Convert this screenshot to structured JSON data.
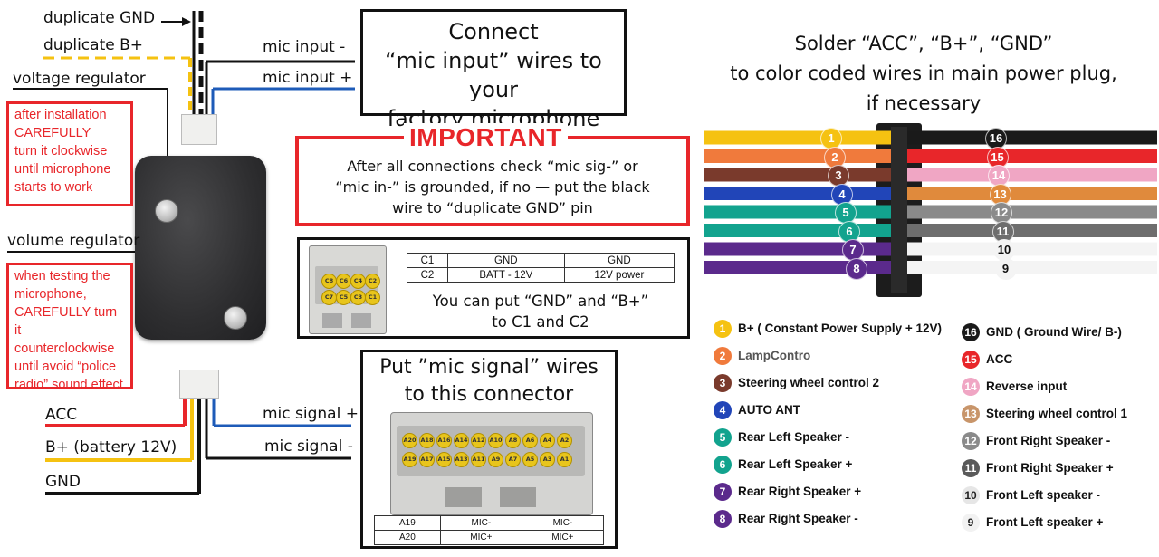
{
  "left_labels": {
    "duplicate_gnd": "duplicate GND",
    "duplicate_bplus": "duplicate B+",
    "voltage_regulator": "voltage regulator",
    "volume_regulator": "volume regulator",
    "mic_input_minus": "mic input -",
    "mic_input_plus": "mic input +",
    "mic_signal_plus": "mic signal +",
    "mic_signal_minus": "mic signal -",
    "acc": "ACC",
    "bplus_battery": "B+ (battery 12V)",
    "gnd": "GND"
  },
  "note_after_install": [
    "after installation",
    "CAREFULLY",
    "turn it clockwise",
    "until microphone",
    "starts to work"
  ],
  "note_when_testing": [
    "when testing the",
    "microphone,",
    "CAREFULLY turn it",
    "counterclockwise",
    "until avoid “police",
    "radio” sound effect"
  ],
  "connect_box": [
    "Connect",
    "“mic input” wires to your",
    "factory microphone"
  ],
  "important": {
    "title": "IMPORTANT",
    "lines": [
      "After all connections check “mic sig-” or",
      "“mic in-” is grounded, if no — put the black",
      "wire to “duplicate GND” pin"
    ]
  },
  "c_connector": {
    "pins_top": [
      "C8",
      "C6",
      "C4",
      "C2"
    ],
    "pins_bottom": [
      "C7",
      "C5",
      "C3",
      "C1"
    ],
    "table": [
      [
        "C1",
        "GND",
        "GND"
      ],
      [
        "C2",
        "BATT - 12V",
        "12V power"
      ]
    ],
    "caption": [
      "You can put “GND” and “B+”",
      "to C1 and C2"
    ]
  },
  "signal_box": {
    "title": [
      "Put ”mic signal” wires",
      "to this connector"
    ],
    "pins_top": [
      "A20",
      "A18",
      "A16",
      "A14",
      "A12",
      "A10",
      "A8",
      "A6",
      "A4",
      "A2"
    ],
    "pins_bottom": [
      "A19",
      "A17",
      "A15",
      "A13",
      "A11",
      "A9",
      "A7",
      "A5",
      "A3",
      "A1"
    ],
    "table": [
      [
        "A19",
        "MIC-",
        "MIC-"
      ],
      [
        "A20",
        "MIC+",
        "MIC+"
      ]
    ]
  },
  "solder_title": [
    "Solder “ACC”, “B+”, “GND”",
    "to color coded wires in main power plug,",
    "if necessary"
  ],
  "wires_left": [
    {
      "num": "1",
      "color": "#f5c211"
    },
    {
      "num": "2",
      "color": "#f07a3c"
    },
    {
      "num": "3",
      "color": "#7a3a2c"
    },
    {
      "num": "4",
      "color": "#2145b8"
    },
    {
      "num": "5",
      "color": "#12a38e"
    },
    {
      "num": "6",
      "color": "#12a38e"
    },
    {
      "num": "7",
      "color": "#5b2a8c"
    },
    {
      "num": "8",
      "color": "#5b2a8c"
    }
  ],
  "wires_right": [
    {
      "num": "16",
      "color": "#1a1a1a"
    },
    {
      "num": "15",
      "color": "#e8262a"
    },
    {
      "num": "14",
      "color": "#f0a6c4"
    },
    {
      "num": "13",
      "color": "#e08a3c"
    },
    {
      "num": "12",
      "color": "#8a8a8a"
    },
    {
      "num": "11",
      "color": "#6e6e6e"
    },
    {
      "num": "10",
      "color": "#f4f4f4"
    },
    {
      "num": "9",
      "color": "#f4f4f4"
    }
  ],
  "legend_left": [
    {
      "num": "1",
      "label": "B+ ( Constant Power Supply + 12V)",
      "color": "#f5c211",
      "text_color": "#ffffff"
    },
    {
      "num": "2",
      "label": "LampContro",
      "color": "#f07a3c",
      "text_color": "#ffffff"
    },
    {
      "num": "3",
      "label": "Steering wheel control 2",
      "color": "#7a3a2c",
      "text_color": "#ffffff"
    },
    {
      "num": "4",
      "label": "AUTO ANT",
      "color": "#2145b8",
      "text_color": "#ffffff"
    },
    {
      "num": "5",
      "label": "Rear Left Speaker -",
      "color": "#12a38e",
      "text_color": "#ffffff"
    },
    {
      "num": "6",
      "label": "Rear Left Speaker +",
      "color": "#12a38e",
      "text_color": "#ffffff"
    },
    {
      "num": "7",
      "label": "Rear Right Speaker +",
      "color": "#5b2a8c",
      "text_color": "#ffffff"
    },
    {
      "num": "8",
      "label": "Rear Right Speaker -",
      "color": "#5b2a8c",
      "text_color": "#ffffff"
    }
  ],
  "legend_right": [
    {
      "num": "16",
      "label": "GND ( Ground Wire/ B-)",
      "color": "#1a1a1a",
      "text_color": "#ffffff"
    },
    {
      "num": "15",
      "label": "ACC",
      "color": "#e8262a",
      "text_color": "#ffffff"
    },
    {
      "num": "14",
      "label": "Reverse input",
      "color": "#f0a6c4",
      "text_color": "#ffffff"
    },
    {
      "num": "13",
      "label": "Steering wheel control 1",
      "color": "#c8956a",
      "text_color": "#ffffff"
    },
    {
      "num": "12",
      "label": "Front Right Speaker -",
      "color": "#8a8a8a",
      "text_color": "#ffffff"
    },
    {
      "num": "11",
      "label": "Front Right Speaker +",
      "color": "#5a5a5a",
      "text_color": "#ffffff"
    },
    {
      "num": "10",
      "label": "Front Left speaker -",
      "color": "#e6e6e6",
      "text_color": "#222222"
    },
    {
      "num": "9",
      "label": "Front Left speaker +",
      "color": "#f2f2f2",
      "text_color": "#222222"
    }
  ]
}
